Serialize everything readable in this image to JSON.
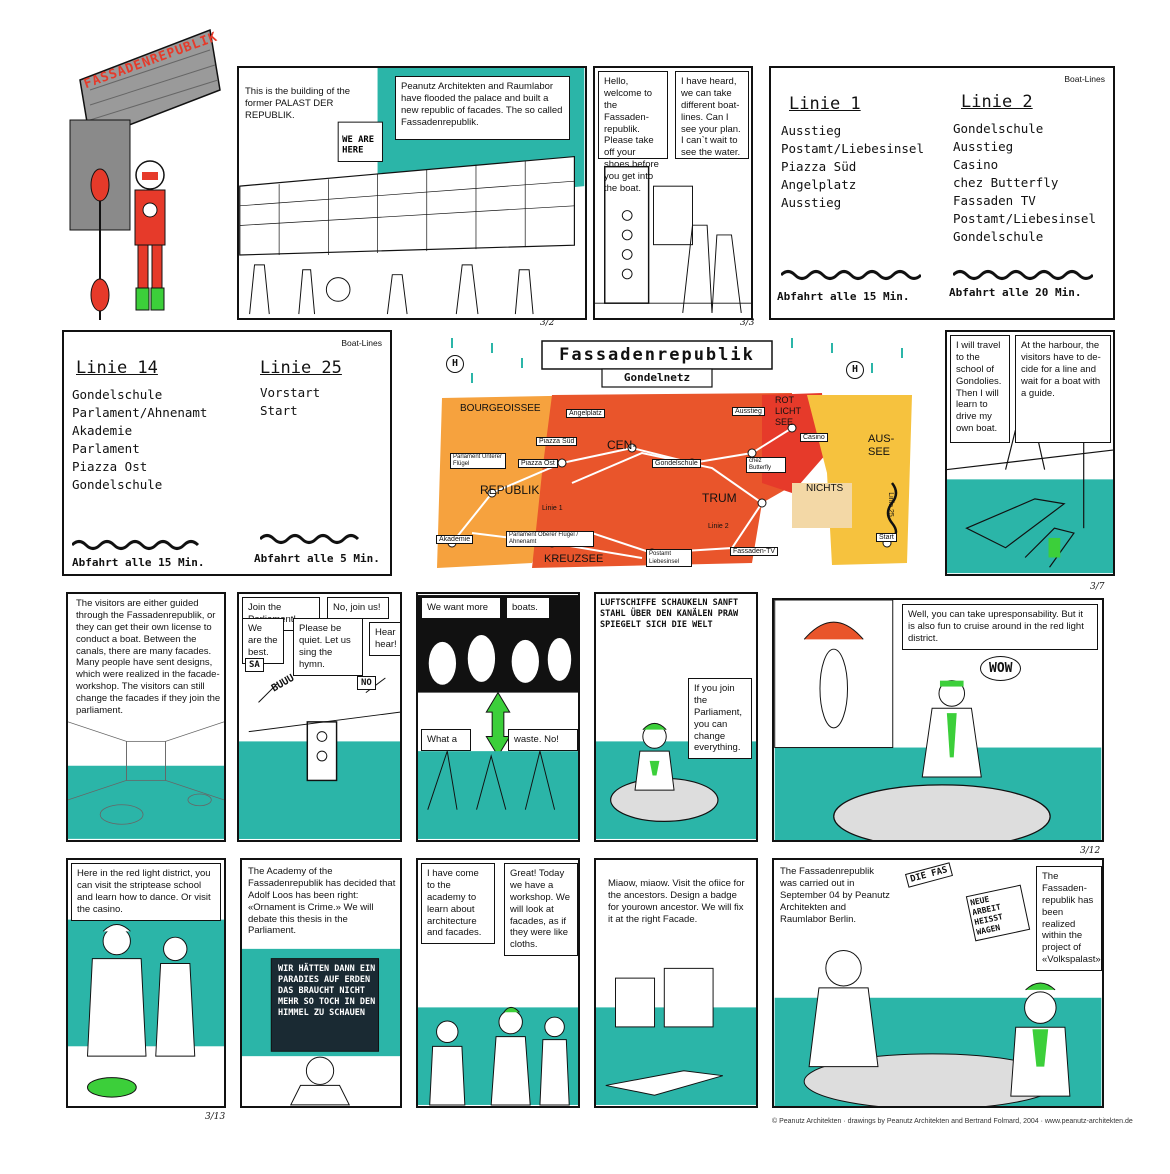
{
  "title_flag": "FASSADENREPUBLIK",
  "colors": {
    "teal": "#2bb5a8",
    "green": "#3ccf3a",
    "red": "#e63a2a",
    "orange": "#f08a2c",
    "yellow": "#f6c23e"
  },
  "row1": {
    "p1_caption": "This is the building of the former PALAST DER REPUBLIK.",
    "p1_bubble": "Peanutz Architekten and Raumlabor have flooded the palace and built a new republic of facades. The so called Fassadenrepublik.",
    "p1_num": "3/2",
    "p2_bubble1": "Hello, welcome to the Fassaden-republik. Please take off your shoes before you get into the boat.",
    "p2_bubble2": "I have heard, we can take different boat-lines. Can I see your plan. I can`t wait to see the water.",
    "p2_num": "3/3"
  },
  "boatlines1": {
    "header": "Boat-Lines",
    "linie1_title": "Linie 1",
    "linie1_stops": "Ausstieg\nPostamt/Liebesinsel\nPiazza Süd\nAngelplatz\nAusstieg",
    "linie1_abfahrt": "Abfahrt alle 15 Min.",
    "linie2_title": "Linie 2",
    "linie2_stops": "Gondelschule\nAusstieg\nCasino\nchez Butterfly\nFassaden TV\nPostamt/Liebesinsel\nGondelschule",
    "linie2_abfahrt": "Abfahrt alle 20 Min."
  },
  "boatlines2": {
    "header": "Boat-Lines",
    "linie14_title": "Linie 14",
    "linie14_stops": "Gondelschule\nParlament/Ahnenamt\nAkademie\nParlament\nPiazza Ost\nGondelschule",
    "linie14_abfahrt": "Abfahrt alle 15 Min.",
    "linie25_title": "Linie 25",
    "linie25_stops": "Vorstart\nStart",
    "linie25_abfahrt": "Abfahrt alle 5 Min."
  },
  "map": {
    "title": "Fassadenrepublik",
    "subtitle": "Gondelnetz",
    "h_left": "H",
    "h_right": "H",
    "regions": [
      "BOURGEOISSEE",
      "CEN-",
      "TRUM",
      "REPUBLIK",
      "KREUZSEE",
      "ROT LICHT SEE",
      "AUS- SEE",
      "NICHTS"
    ],
    "stops": [
      "Angelplatz",
      "Ausstieg",
      "Piazza Süd",
      "Casino",
      "Parlament Unterer Flügel",
      "Piazza Ost",
      "Gondelschule",
      "chez Butterfly",
      "Akademie",
      "Parlament Oberer Flügel / Ahnenamt",
      "Postamt Liebesinsel",
      "Fassaden-TV",
      "Start"
    ],
    "line_labels": [
      "Linie 1",
      "Linie 2",
      "Linie 25"
    ]
  },
  "row2": {
    "right_bubble1": "I will travel to the school of Gondolies. Then I will learn to drive my own boat.",
    "right_bubble2": "At the harbour, the visitors have to de-cide for a line and wait for a boat with a guide.",
    "right_num": "3/7"
  },
  "row3": {
    "p1_text": "The visitors are either guided through the Fassadenrepublik, or they can get their own license to conduct a boat. Between the canals, there are many facades. Many people have sent designs, which were realized in the facade-workshop. The visitors can still change the facades if they join the parliament.",
    "p2_b1": "Join the Parliament!",
    "p2_b2": "No, join us!",
    "p2_b3": "We are the best.",
    "p2_b4": "Please be quiet. Let us sing the hymn.",
    "p2_b5": "Hear hear!",
    "p2_sign1": "SA",
    "p2_sign2": "BUUU",
    "p2_sign3": "NO",
    "p3_b1": "We want more",
    "p3_b2": "boats.",
    "p3_b3": "What a",
    "p3_b4": "waste. No!",
    "p4_song": "LUFTSCHIFFE SCHAUKELN SANFT STAHL ÜBER DEN KANÄLEN PRAW SPIEGELT SICH DIE WELT",
    "p4_bubble": "If you join the Parliament, you can change everything.",
    "p5_bubble": "Well, you can take upresponsability. But it is also  fun to cruise around in the red light district.",
    "p5_wow": "WOW",
    "p5_num": "3/12"
  },
  "row4": {
    "p1_bubble": "Here in the red light district, you can visit the striptease school and learn how to dance. Or visit the casino.",
    "p1_num": "3/13",
    "p2_caption": "The Academy of the Fassadenrepublik has decided that Adolf Loos has been right: «Ornament is Crime.» We will debate this thesis in the Parliament.",
    "p2_board": "WIR HÄTTEN DANN EIN PARADIES AUF ERDEN DAS BRAUCHT NICHT MEHR SO TOCH IN DEN HIMMEL ZU SCHAUEN",
    "p3_b1": "I have come to the academy to learn about architecture and facades.",
    "p3_b2": "Great! Today we have a workshop. We will look at facades, as if they were like cloths.",
    "p4_caption": "Miaow, miaow. Visit the ofiice for the ancestors. Design a badge for yourown ancestor. We will fix it at the right Facade.",
    "p5_caption": "The Fassadenrepublik was carried out in September 04 by Peanutz Architekten and Raumlabor Berlin.",
    "p5_bubble": "The Fassaden-republik has been realized within the project of «Volkspalast».",
    "p5_news1": "DIE FAS",
    "p5_news2": "NEUE ARBEIT HEISST WAGEN"
  },
  "footer": "© Peanutz Architekten  ·  drawings by Peanutz Architekten and Bertrand Folmard, 2004  ·  www.peanutz-architekten.de"
}
